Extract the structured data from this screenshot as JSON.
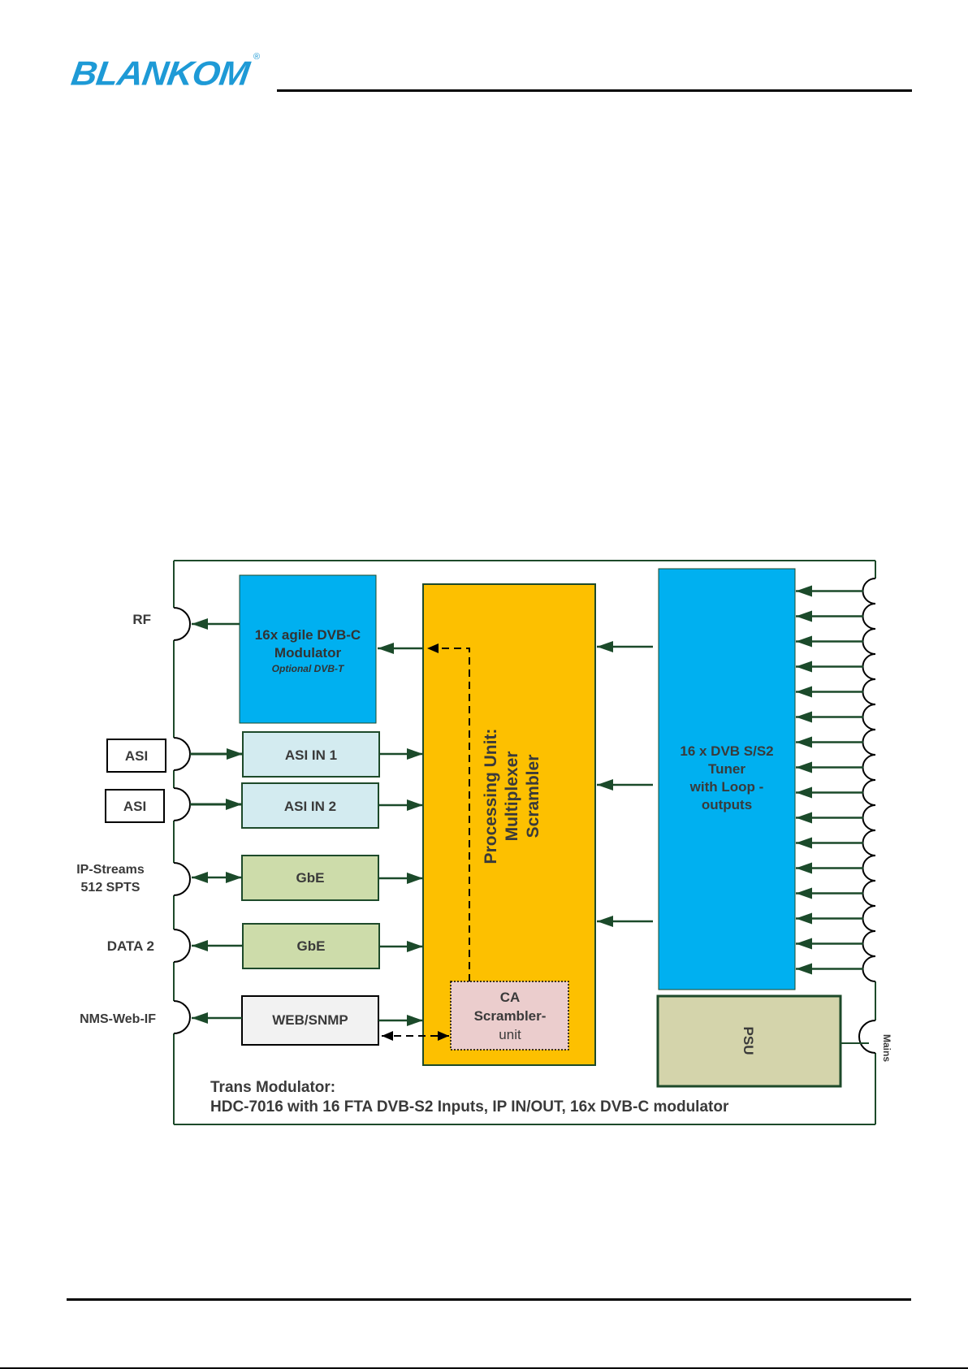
{
  "header": {
    "brand": "BLANKOM",
    "registered_mark": "®"
  },
  "diagram": {
    "ports_left": {
      "rf": "RF",
      "asi1": "ASI",
      "asi2": "ASI",
      "ip_streams_line1": "IP-Streams",
      "ip_streams_line2": "512 SPTS",
      "data2": "DATA 2",
      "nms": "NMS-Web-IF"
    },
    "port_right_mains": "Mains",
    "blocks": {
      "modulator_line1": "16x agile DVB-C",
      "modulator_line2": "Modulator",
      "modulator_option": "Optional DVB-T",
      "asi_in_1": "ASI IN 1",
      "asi_in_2": "ASI IN 2",
      "gbe_1": "GbE",
      "gbe_2": "GbE",
      "web_snmp": "WEB/SNMP",
      "processing_line1": "Processing Unit:",
      "processing_line2": "Multiplexer",
      "processing_line3": "Scrambler",
      "ca_line1": "CA",
      "ca_line2": "Scrambler-",
      "ca_line3": "unit",
      "tuner_line1": "16 x DVB S/S2",
      "tuner_line2": "Tuner",
      "tuner_line3": "with Loop -",
      "tuner_line4": "outputs",
      "psu": "PSU"
    },
    "tuner_input_count": 16,
    "caption_line1": "Trans Modulator:",
    "caption_line2": "HDC-7016 with 16 FTA DVB-S2 Inputs, IP IN/OUT, 16x DVB-C modulator",
    "colors": {
      "frame": "#1d4a2a",
      "arrow": "#1b4a2a",
      "modulator": "#00b0f0",
      "tuner": "#00b0f0",
      "asi_block": "#d3ebf0",
      "gbe_block": "#cddcaa",
      "web_block": "#f2f2f2",
      "processing": "#fdc000",
      "ca_block": "#ebcdcd",
      "psu": "#d4d4ab",
      "text": "#3a3a3a"
    }
  }
}
